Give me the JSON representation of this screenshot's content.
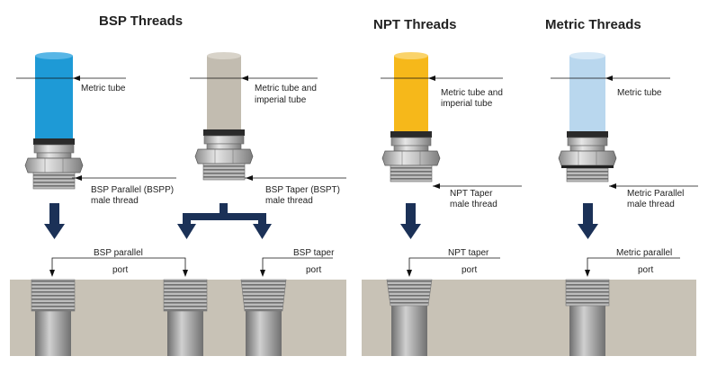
{
  "headings": {
    "bsp": "BSP Threads",
    "npt": "NPT Threads",
    "metric": "Metric Threads"
  },
  "tube_labels": {
    "bsp_parallel": "Metric tube",
    "bsp_taper_line1": "Metric tube and",
    "bsp_taper_line2": "imperial tube",
    "npt_line1": "Metric tube and",
    "npt_line2": "imperial tube",
    "metric": "Metric tube"
  },
  "thread_labels": {
    "bspp_line1": "BSP Parallel (BSPP)",
    "bspp_line2": "male thread",
    "bspt_line1": "BSP Taper (BSPT)",
    "bspt_line2": "male thread",
    "npt_line1": "NPT Taper",
    "npt_line2": "male thread",
    "metric_line1": "Metric Parallel",
    "metric_line2": "male thread"
  },
  "port_labels": {
    "bsp_parallel_line1": "BSP parallel",
    "bsp_parallel_line2": "port",
    "bsp_taper_line1": "BSP taper",
    "bsp_taper_line2": "port",
    "npt_line1": "NPT taper",
    "npt_line2": "port",
    "metric_line1": "Metric parallel",
    "metric_line2": "port"
  },
  "colors": {
    "tube_bsp_parallel": "#1e9ad6",
    "tube_bsp_taper": "#c2bcb0",
    "tube_npt": "#f6b81a",
    "tube_metric": "#b9d7ee",
    "arrow": "#1b3157",
    "ground": "#c8c2b6",
    "metal": "#b8b8b8"
  }
}
